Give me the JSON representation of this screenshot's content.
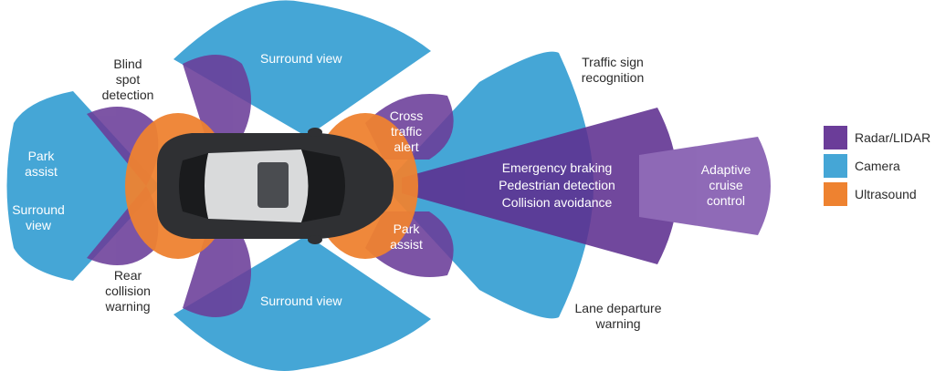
{
  "colors": {
    "radar": "#6b3d99",
    "camera": "#45a6d6",
    "ultrasound": "#ee8230",
    "car_body": "#2f3033"
  },
  "legend": [
    {
      "label": "Radar/LIDAR",
      "color": "#6b3d99"
    },
    {
      "label": "Camera",
      "color": "#45a6d6"
    },
    {
      "label": "Ultrasound",
      "color": "#ee8230"
    }
  ],
  "labels": {
    "surround_top": "Surround view",
    "surround_bottom": "Surround view",
    "blind_spot": [
      "Blind",
      "spot",
      "detection"
    ],
    "park_assist_left": [
      "Park",
      "assist"
    ],
    "surround_left": [
      "Surround",
      "view"
    ],
    "rear_collision": [
      "Rear",
      "collision",
      "warning"
    ],
    "cross_traffic": [
      "Cross",
      "traffic",
      "alert"
    ],
    "park_assist_right": [
      "Park",
      "assist"
    ],
    "traffic_sign": [
      "Traffic sign",
      "recognition"
    ],
    "front_functions": [
      "Emergency braking",
      "Pedestrian detection",
      "Collision avoidance"
    ],
    "adaptive_cruise": [
      "Adaptive",
      "cruise",
      "control"
    ],
    "lane_departure": [
      "Lane departure",
      "warning"
    ]
  }
}
